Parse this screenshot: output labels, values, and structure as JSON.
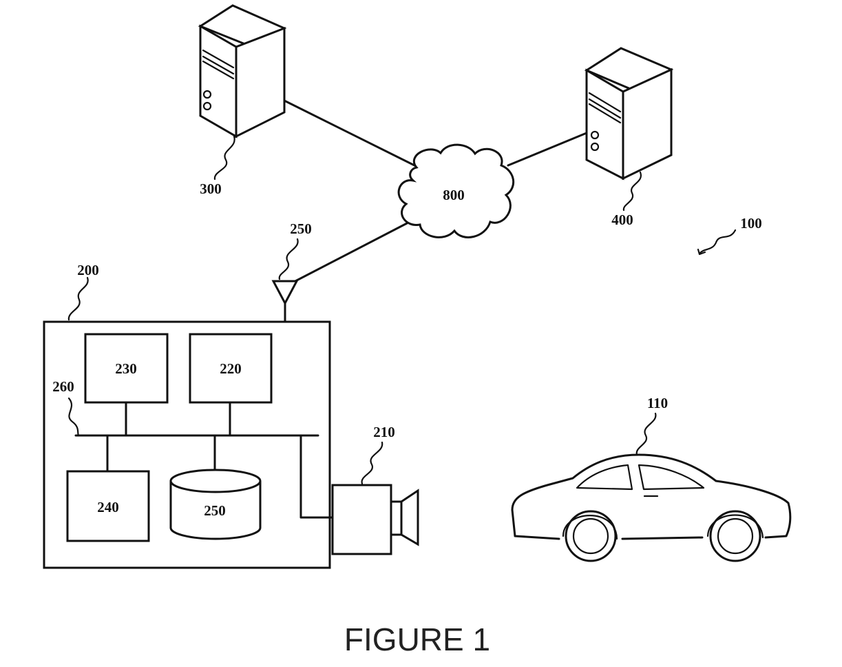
{
  "diagram": {
    "caption": "FIGURE 1",
    "labels": {
      "system": "100",
      "vehicle": "110",
      "device": "200",
      "camera": "210",
      "comm_unit": "220",
      "processor": "230",
      "input_unit": "240",
      "storage": "250",
      "antenna": "250",
      "bus": "260",
      "server_left": "300",
      "server_right": "400",
      "network": "800"
    }
  }
}
